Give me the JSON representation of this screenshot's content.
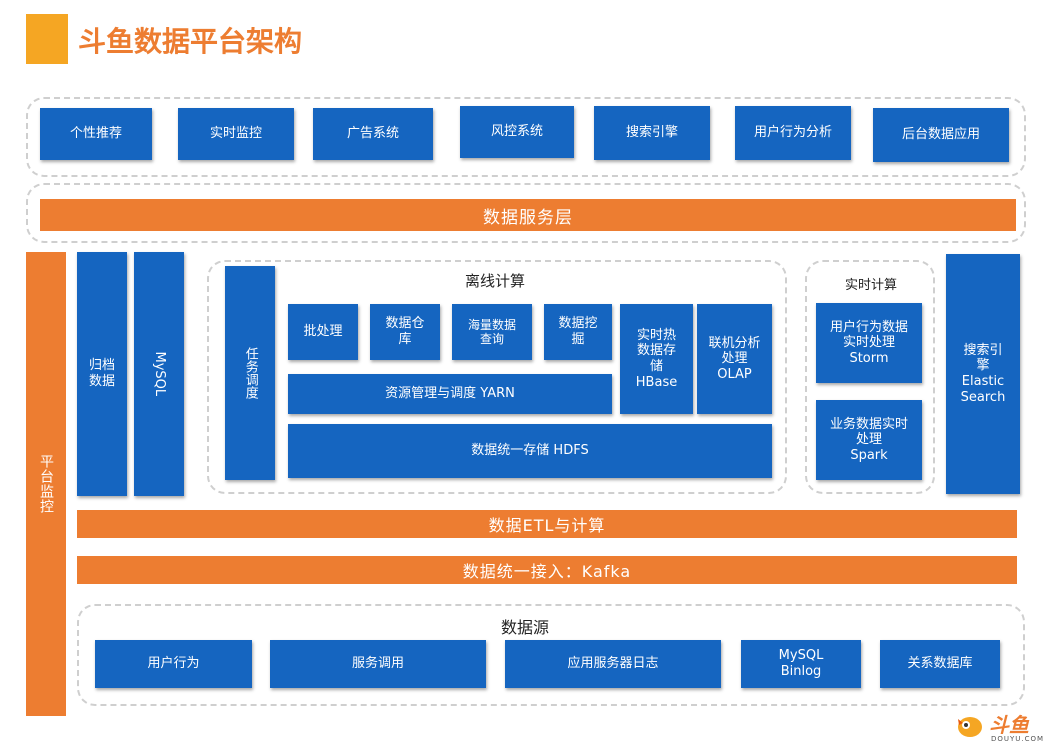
{
  "title": "斗鱼数据平台架构",
  "applications": [
    "个性推荐",
    "实时监控",
    "广告系统",
    "风控系统",
    "搜索引擎",
    "用户行为分析",
    "后台数据应用"
  ],
  "service_layer": "数据服务层",
  "platform_monitor": "平台监控",
  "archive_data": "归档\n数据",
  "mysql": "MySQL",
  "offline": {
    "title": "离线计算",
    "scheduler": "任务调度",
    "batch": "批处理",
    "warehouse": "数据仓\n库",
    "massive_query": "海量数据\n查询",
    "mining": "数据挖\n掘",
    "hbase": "实时热\n数据存\n储\nHBase",
    "olap": "联机分析\n处理\nOLAP",
    "yarn": "资源管理与调度 YARN",
    "hdfs": "数据统一存储 HDFS"
  },
  "realtime": {
    "title": "实时计算",
    "storm": "用户行为数据\n实时处理\nStorm",
    "spark": "业务数据实时\n处理\nSpark"
  },
  "search": "搜索引\n擎\nElastic\nSearch",
  "etl": "数据ETL与计算",
  "kafka": "数据统一接入：Kafka",
  "sources": {
    "title": "数据源",
    "items": [
      "用户行为",
      "服务调用",
      "应用服务器日志",
      "MySQL\nBinlog",
      "关系数据库"
    ]
  },
  "logo": {
    "text": "斗鱼",
    "sub": "DOUYU.COM"
  },
  "colors": {
    "blue": "#1565c0",
    "orange": "#ed7d31",
    "title_bar": "#f5a623"
  }
}
